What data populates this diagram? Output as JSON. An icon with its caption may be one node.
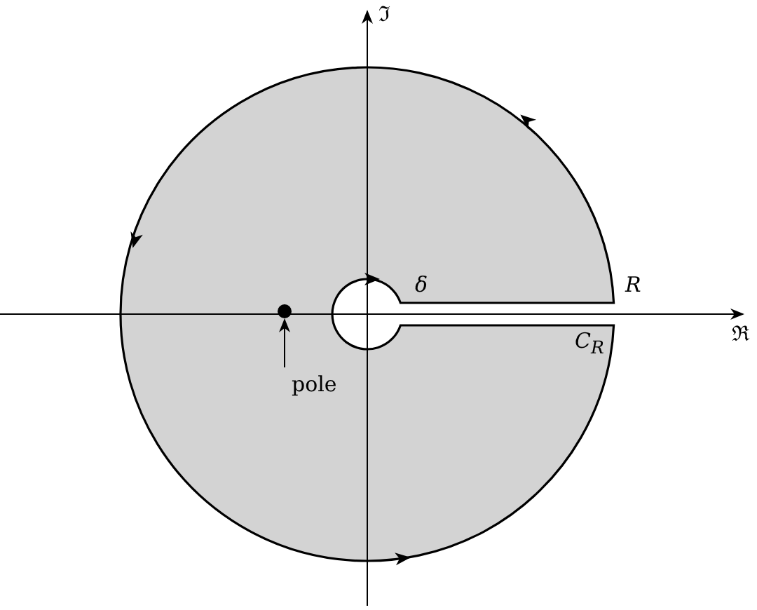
{
  "diagram": {
    "nodes": [
      {
        "text": [],
        "shape": "circle"
      },
      {
        "text": [
          "pole"
        ]
      }
    ],
    "edges": [
      {
        "from": 1,
        "to": 0,
        "arrow": "to"
      }
    ],
    "labels": [
      "ℑ",
      "δ",
      "R",
      "ℜ",
      "C$_{R}$"
    ]
  }
}
